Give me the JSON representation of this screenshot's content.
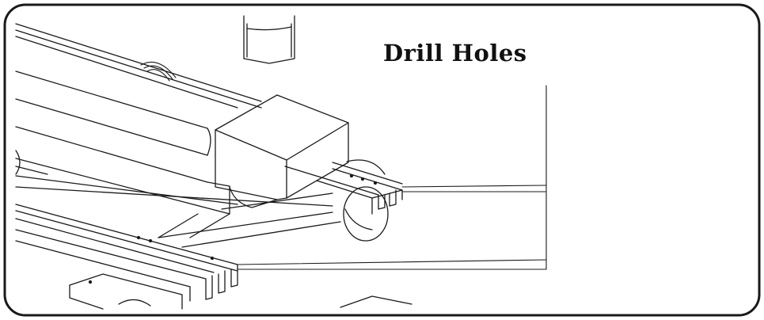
{
  "figure": {
    "callout_label": "Drill Holes",
    "icons": [
      "rail-assembly-illustration",
      "leader-lines"
    ]
  },
  "colors": {
    "stroke": "#1a1a1a",
    "background": "#ffffff"
  }
}
